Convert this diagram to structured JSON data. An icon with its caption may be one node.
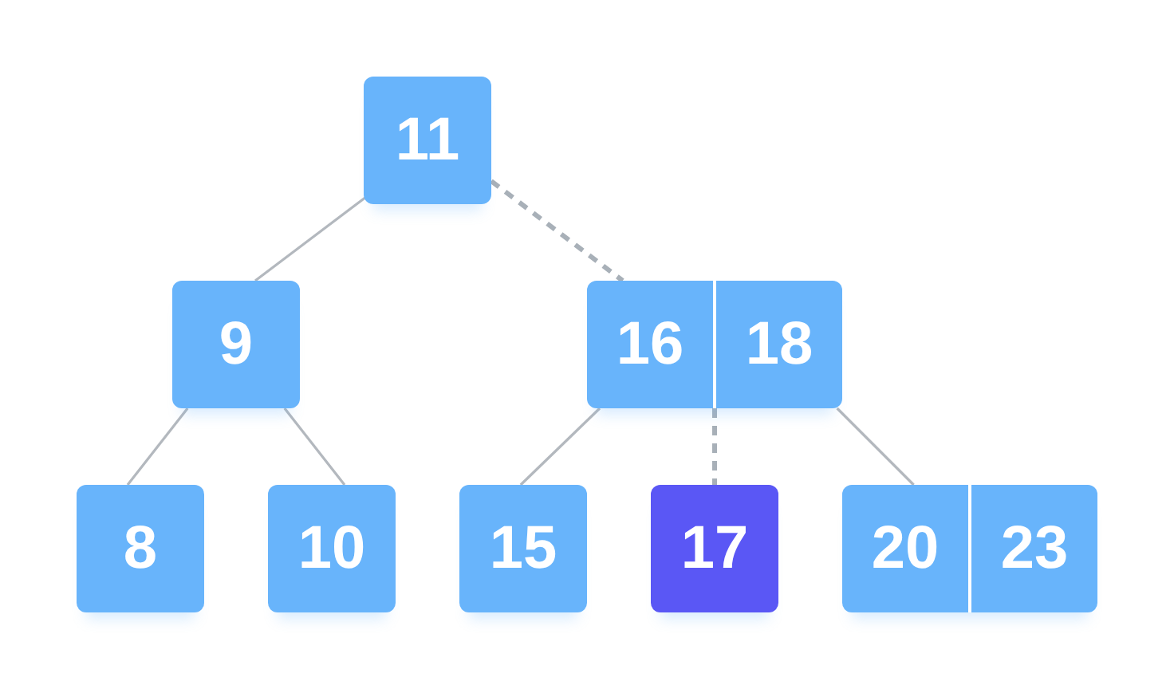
{
  "diagram": {
    "nodes": [
      {
        "text": [
          "11"
        ]
      },
      {
        "text": [
          "9"
        ]
      },
      {
        "text": [
          "16",
          "18"
        ]
      },
      {
        "text": [
          "8"
        ]
      },
      {
        "text": [
          "10"
        ]
      },
      {
        "text": [
          "15"
        ]
      },
      {
        "text": [
          "17"
        ]
      },
      {
        "text": [
          "20",
          "23"
        ]
      }
    ],
    "edges": [
      {
        "from": 0,
        "to": 1,
        "arrow": "none"
      },
      {
        "from": 0,
        "to": 2,
        "arrow": "none",
        "style": "dashed"
      },
      {
        "from": 1,
        "to": 3,
        "arrow": "none"
      },
      {
        "from": 1,
        "to": 4,
        "arrow": "none"
      },
      {
        "from": 2,
        "to": 5,
        "arrow": "none"
      },
      {
        "from": 2,
        "to": 6,
        "arrow": "none",
        "style": "dashed"
      },
      {
        "from": 2,
        "to": 7,
        "arrow": "none"
      }
    ]
  }
}
